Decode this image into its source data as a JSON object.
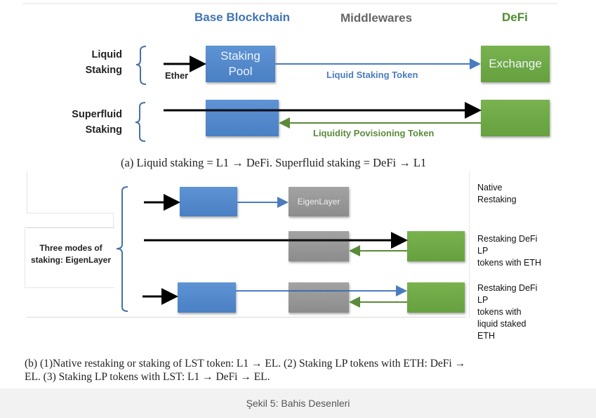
{
  "figure_a": {
    "column_headers": {
      "base": "Base Blockchain",
      "middle": "Middlewares",
      "defi": "DeFi"
    },
    "colors": {
      "base_header": "#3f74b3",
      "middle_header": "#666666",
      "defi_header": "#4f8a2e",
      "blue_arrow": "#4a7cbf",
      "green_arrow": "#5b8a3a"
    },
    "rows": [
      {
        "label": "Liquid\nStaking",
        "input_label": "Ether",
        "pool_box": "Staking\nPool",
        "defi_box": "Exchange",
        "token_label": "Liquid Staking Token"
      },
      {
        "label": "Superfluid\nStaking",
        "token_label": "Liquidity Povisioning Token"
      }
    ],
    "caption": "(a) Liquid staking = L1 → DeFi. Superfluid staking = DeFi → L1"
  },
  "figure_b": {
    "group_label": "Three modes of\nstaking: EigenLayer",
    "eigenlayer_box": "EigenLayer",
    "modes": [
      {
        "label": "Native\nRestaking"
      },
      {
        "label": "Restaking DeFi\nLP\ntokens with ETH"
      },
      {
        "label": "Restaking DeFi\nLP\ntokens with\nliquid staked\nETH"
      }
    ],
    "caption_line1": "(b) (1)Native restaking or staking of LST token: L1 → EL. (2) Staking LP tokens with ETH: DeFi →",
    "caption_line2": "EL. (3) Staking LP tokens with LST: L1 → DeFi → EL."
  },
  "figure_caption": "Şekil 5: Bahis Desenleri"
}
